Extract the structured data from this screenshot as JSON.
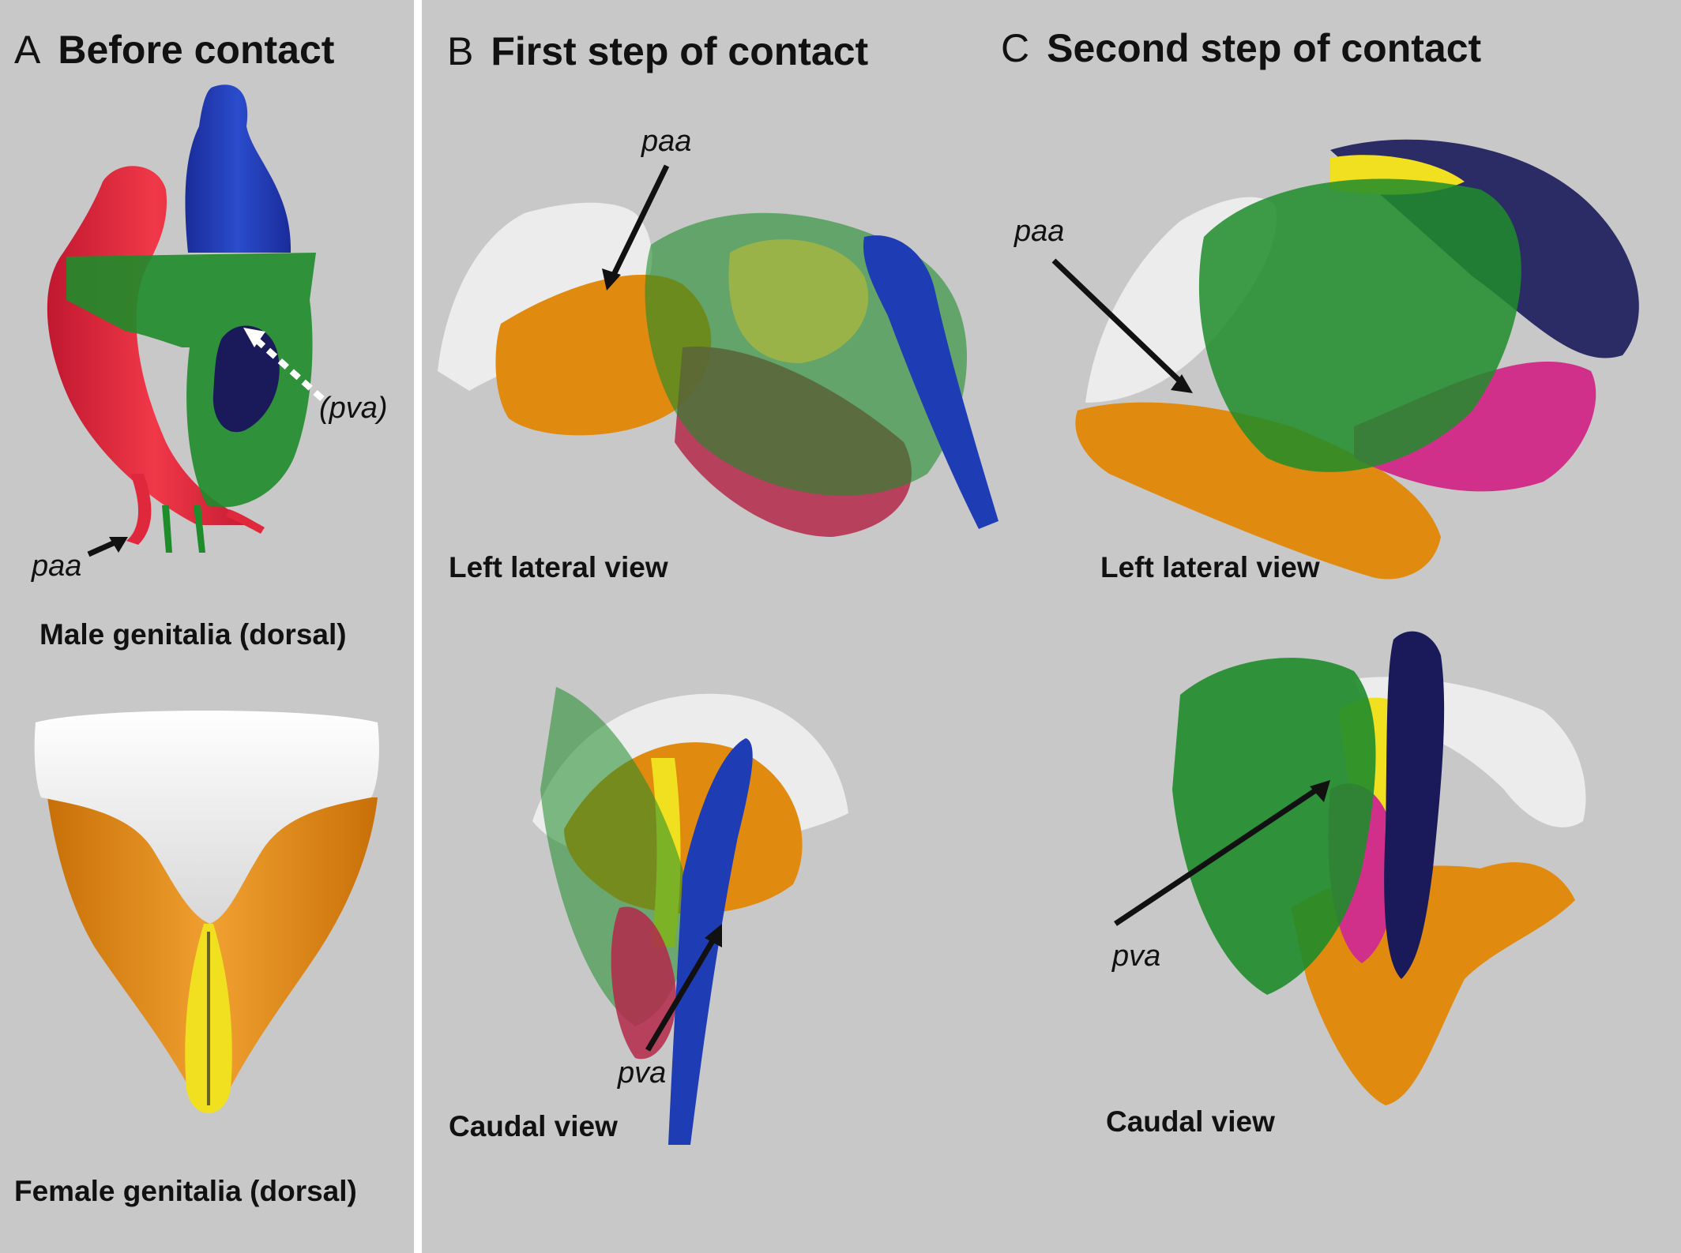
{
  "panels": {
    "a": {
      "letter": "A",
      "title": "Before contact",
      "captions": {
        "male": "Male genitalia (dorsal)",
        "female": "Female genitalia (dorsal)"
      },
      "labels": {
        "paa": "paa",
        "pva": "(pva)"
      }
    },
    "b": {
      "letter": "B",
      "title": "First step of contact",
      "captions": {
        "lateral": "Left lateral view",
        "caudal": "Caudal view"
      },
      "labels": {
        "paa": "paa",
        "pva": "pva"
      }
    },
    "c": {
      "letter": "C",
      "title": "Second step of contact",
      "captions": {
        "lateral": "Left lateral view",
        "caudal": "Caudal view"
      },
      "labels": {
        "paa": "paa",
        "pva": "pva"
      }
    }
  },
  "colors": {
    "panel_bg": "#c8c8c8",
    "red": "#e0283c",
    "blue": "#1e3cb4",
    "navy": "#1a1a5a",
    "green": "#1e8c2a",
    "orange": "#e08a10",
    "white": "#ececec",
    "yellow": "#f0e020",
    "pink": "#d0308a",
    "crimson": "#b4284a"
  }
}
